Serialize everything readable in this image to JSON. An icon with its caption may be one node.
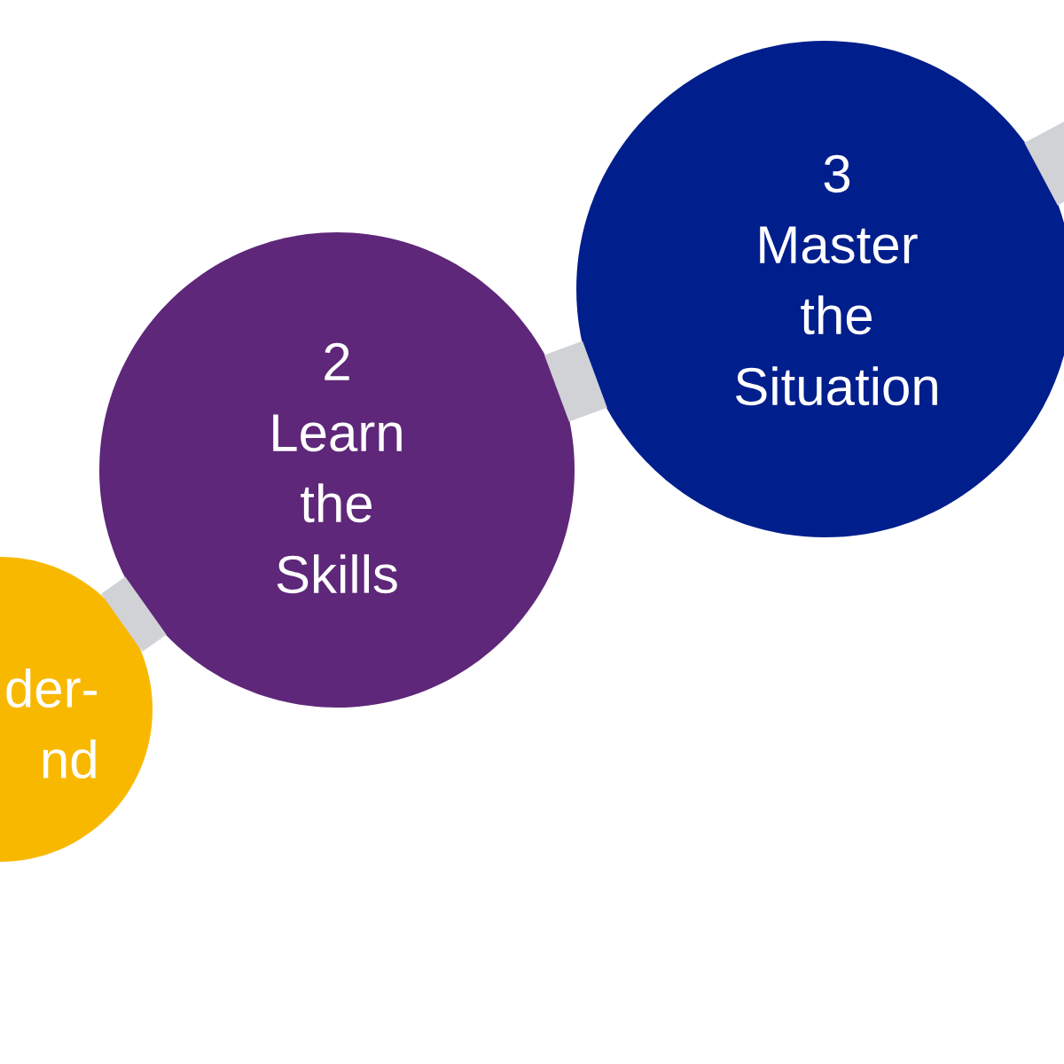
{
  "diagram": {
    "nodes": [
      {
        "text": [
          "der- nd"
        ]
      },
      {
        "text": [
          "2 Learn the Skills"
        ]
      },
      {
        "text": [
          "3 Master the Situation"
        ]
      }
    ],
    "edges": [
      {
        "from": 0,
        "to": 1,
        "arrow": "none"
      },
      {
        "from": 1,
        "to": 2,
        "arrow": "none"
      },
      {
        "from": 2,
        "to": null,
        "arrow": "none"
      }
    ]
  }
}
